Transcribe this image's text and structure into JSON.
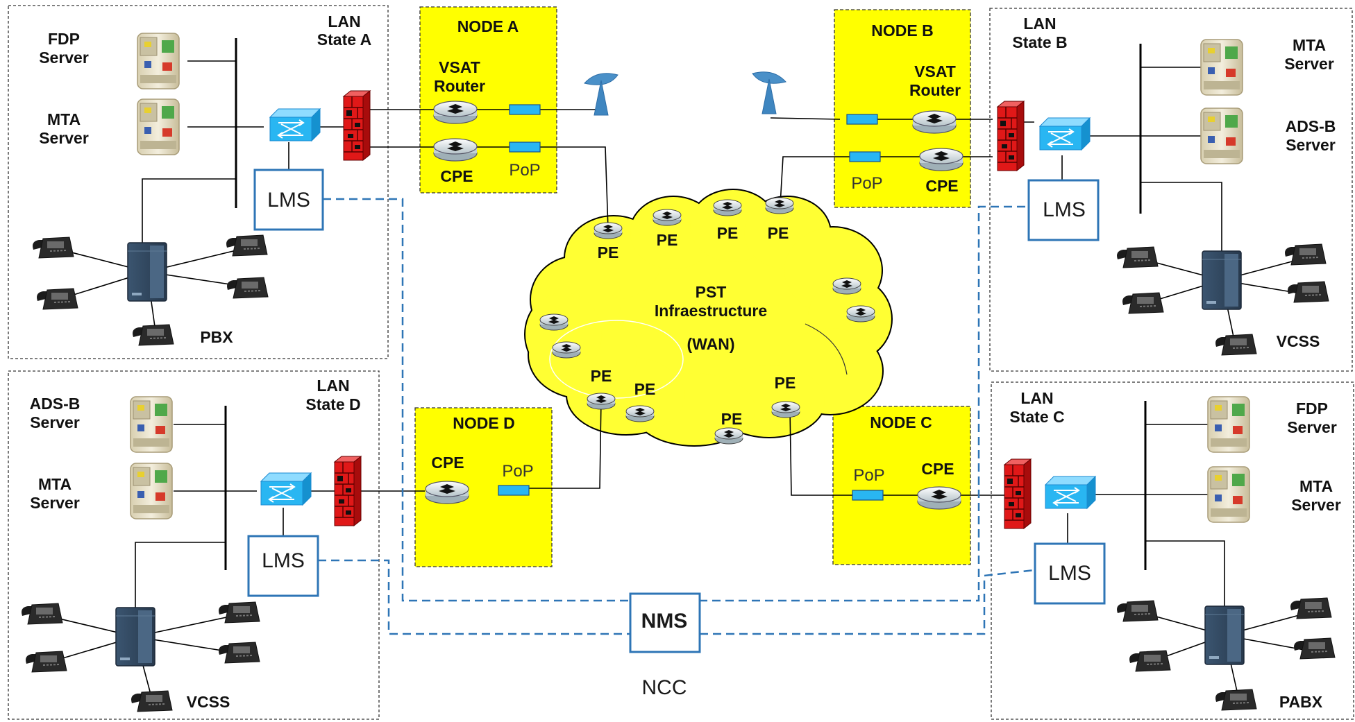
{
  "colors": {
    "node_fill": "#ffff00",
    "cloud_fill": "#ffff33",
    "switch": "#29b6f2",
    "firewall": "#e01818",
    "dashed_link": "#2e75b6",
    "box_border": "#2e75b6"
  },
  "lan_a": {
    "title_line1": "LAN",
    "title_line2": "State A",
    "server1_l1": "FDP",
    "server1_l2": "Server",
    "server2_l1": "MTA",
    "server2_l2": "Server",
    "lms": "LMS",
    "pbx": "PBX"
  },
  "lan_b": {
    "title_line1": "LAN",
    "title_line2": "State B",
    "server1_l1": "MTA",
    "server1_l2": "Server",
    "server2_l1": "ADS-B",
    "server2_l2": "Server",
    "lms": "LMS",
    "pbx": "VCSS"
  },
  "lan_c": {
    "title_line1": "LAN",
    "title_line2": "State C",
    "server1_l1": "FDP",
    "server1_l2": "Server",
    "server2_l1": "MTA",
    "server2_l2": "Server",
    "lms": "LMS",
    "pbx": "PABX"
  },
  "lan_d": {
    "title_line1": "LAN",
    "title_line2": "State D",
    "server1_l1": "ADS-B",
    "server1_l2": "Server",
    "server2_l1": "MTA",
    "server2_l2": "Server",
    "lms": "LMS",
    "pbx": "VCSS"
  },
  "node_a": {
    "title": "NODE A",
    "router_l1": "VSAT",
    "router_l2": "Router",
    "cpe": "CPE",
    "pop": "PoP"
  },
  "node_b": {
    "title": "NODE B",
    "router_l1": "VSAT",
    "router_l2": "Router",
    "cpe": "CPE",
    "pop": "PoP"
  },
  "node_c": {
    "title": "NODE C",
    "cpe": "CPE",
    "pop": "PoP"
  },
  "node_d": {
    "title": "NODE D",
    "cpe": "CPE",
    "pop": "PoP"
  },
  "wan": {
    "line1": "PST",
    "line2": "Infraestructure",
    "line3": "(WAN)",
    "pe": "PE"
  },
  "nms": "NMS",
  "ncc": "NCC"
}
